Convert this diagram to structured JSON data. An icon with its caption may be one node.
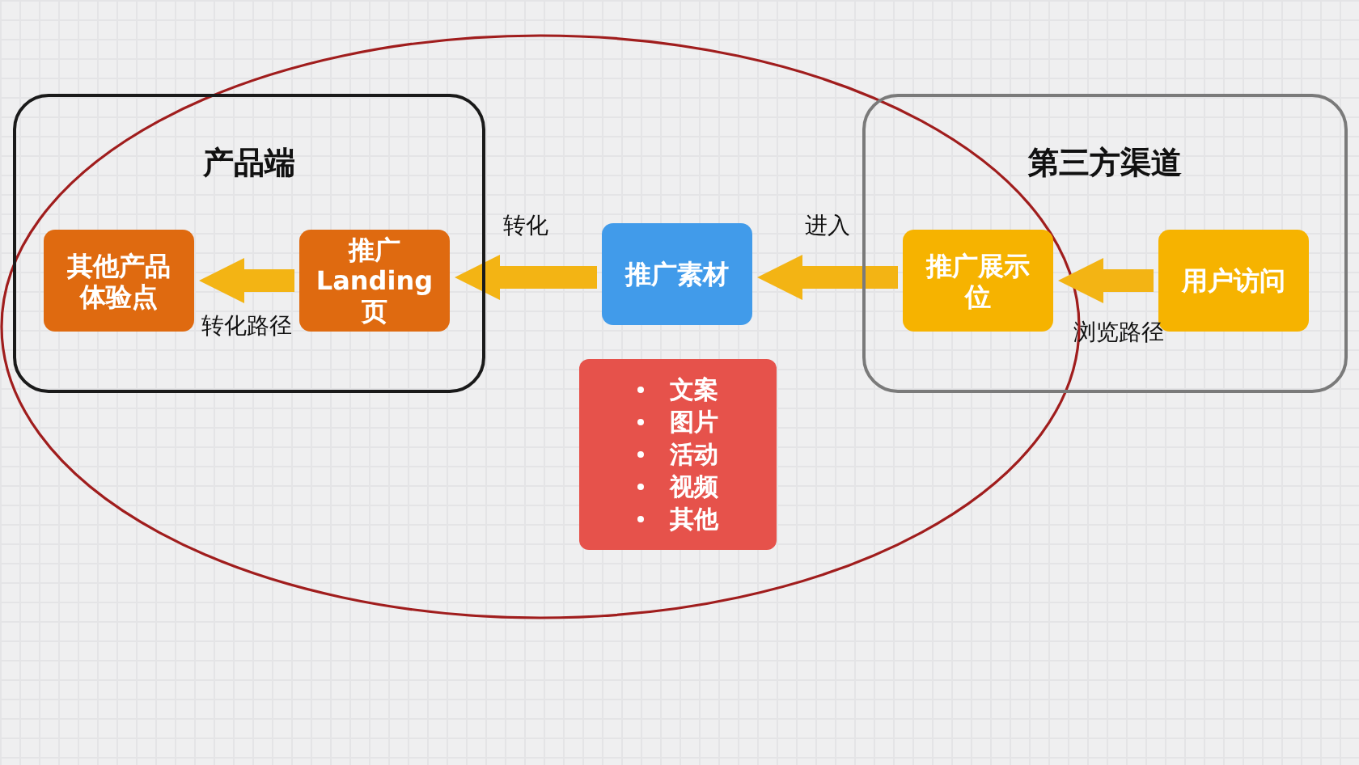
{
  "diagram": {
    "nodes": [
      {
        "text": [
          "产品端"
        ]
      },
      {
        "text": [
          "其他产品体验点"
        ],
        "in": 0
      },
      {
        "text": [
          "推广 Landing 页"
        ],
        "in": 0
      },
      {
        "text": [
          "推广素材"
        ]
      },
      {
        "text": [
          "第三方渠道"
        ]
      },
      {
        "text": [
          "推广展示位"
        ],
        "in": 4
      },
      {
        "text": [
          "用户访问"
        ],
        "in": 4
      },
      {
        "text": [
          "文案",
          "图片",
          "活动",
          "视频",
          "其他"
        ]
      }
    ],
    "edges": [
      {
        "from": 2,
        "to": 1,
        "arrow": "to",
        "label": "转化路径"
      },
      {
        "from": 3,
        "to": 2,
        "arrow": "to",
        "label": "转化"
      },
      {
        "from": 5,
        "to": 3,
        "arrow": "to",
        "label": "进入"
      },
      {
        "from": 6,
        "to": 5,
        "arrow": "to",
        "label": "浏览路径"
      }
    ]
  }
}
